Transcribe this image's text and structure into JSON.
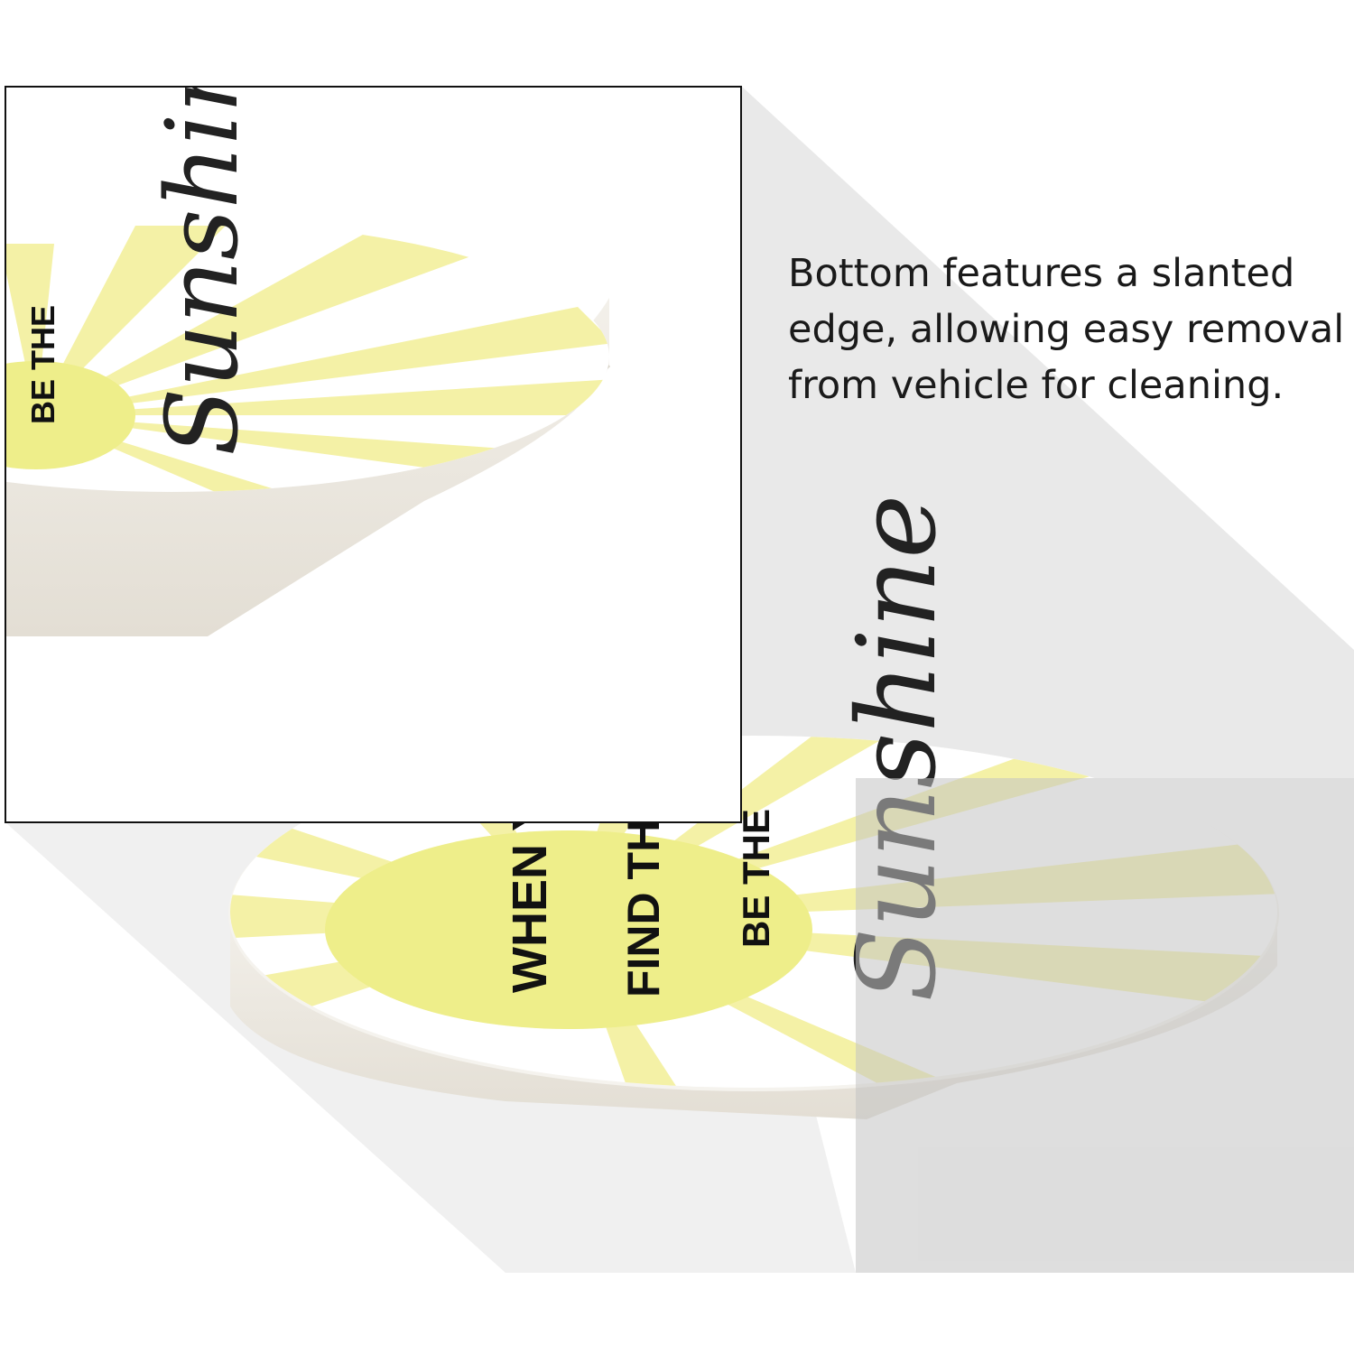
{
  "caption": {
    "lines": [
      "Bottom features a slanted",
      "edge, allowing easy removal",
      "from vehicle for cleaning."
    ]
  },
  "coaster": {
    "line1": "WHEN YOU CA",
    "line2": "FIND THE SUNSH",
    "line3": "BE THE",
    "script": "Sunshine"
  },
  "zoom": {
    "line3": "BE THE",
    "script": "Sunshine"
  },
  "colors": {
    "ray_yellow": "#f4f1a6",
    "sun_yellow": "#eeee8a",
    "stone_edge": "#ece8e0",
    "shadow_gray": "#d2d2d2",
    "frame": "#111111"
  }
}
